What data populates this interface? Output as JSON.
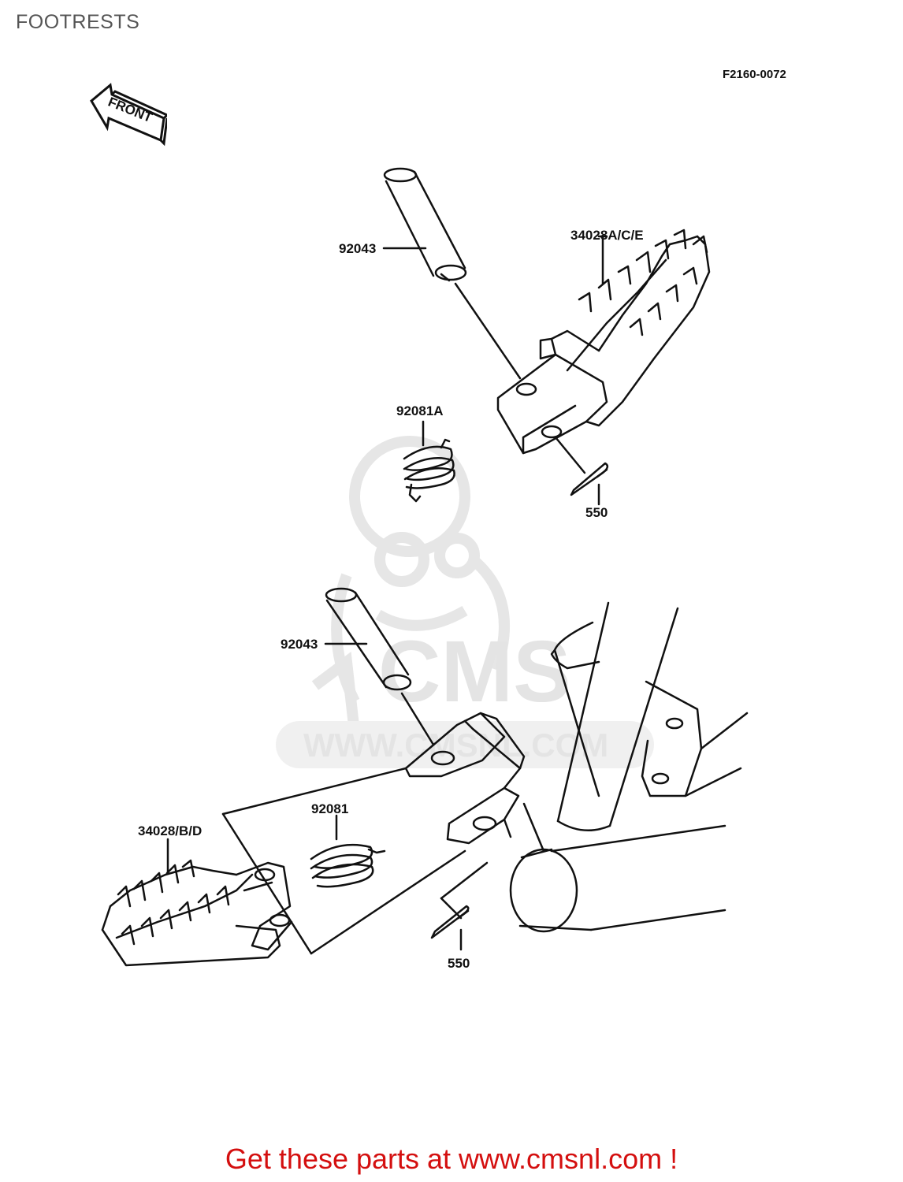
{
  "header": {
    "title": "FOOTRESTS",
    "diagram_code": "F2160-0072"
  },
  "orientation": {
    "front_label": "FRONT"
  },
  "parts": {
    "pin_upper": "92043",
    "footrest_upper": "34028A/C/E",
    "spring_upper": "92081A",
    "cotter_pin_upper": "550",
    "pin_lower": "92043",
    "footrest_lower": "34028/B/D",
    "spring_lower": "92081",
    "cotter_pin_lower": "550"
  },
  "watermark": {
    "brand": "CMS",
    "url": "WWW.CMSNL.COM"
  },
  "footer": {
    "cta": "Get these parts at www.cmsnl.com !"
  },
  "colors": {
    "title": "#555555",
    "line_art": "#111111",
    "cta": "#d40f0f",
    "watermark": "#e4e4e4"
  }
}
